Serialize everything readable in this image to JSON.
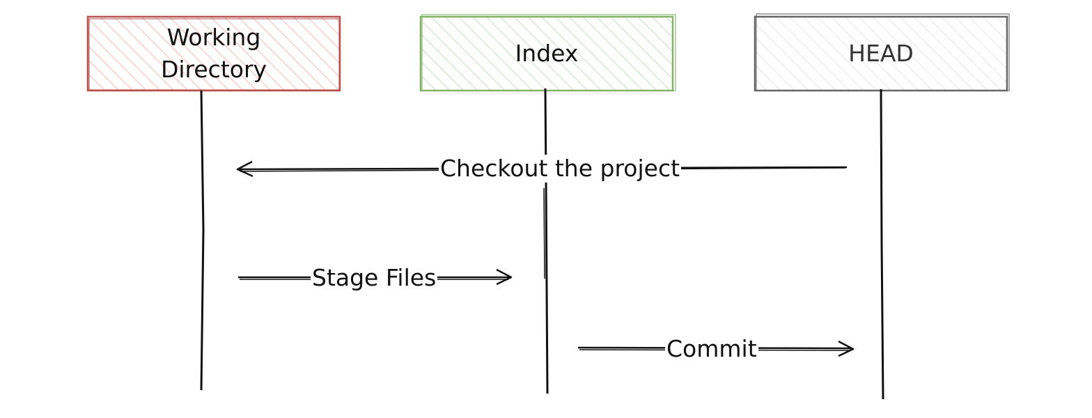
{
  "participants": [
    {
      "id": "working-directory",
      "label": "Working\nDirectory",
      "stroke": "#b85450",
      "fill": "#f8cecc"
    },
    {
      "id": "index",
      "label": "Index",
      "stroke": "#82b366",
      "fill": "#d5e8d4"
    },
    {
      "id": "head",
      "label": "HEAD",
      "stroke": "#666666",
      "fill": "#f5f5f5"
    }
  ],
  "messages": [
    {
      "id": "checkout",
      "label": "Checkout the project",
      "from": "head",
      "to": "working-directory"
    },
    {
      "id": "stage",
      "label": "Stage Files",
      "from": "working-directory",
      "to": "index"
    },
    {
      "id": "commit",
      "label": "Commit",
      "from": "index",
      "to": "head"
    }
  ]
}
